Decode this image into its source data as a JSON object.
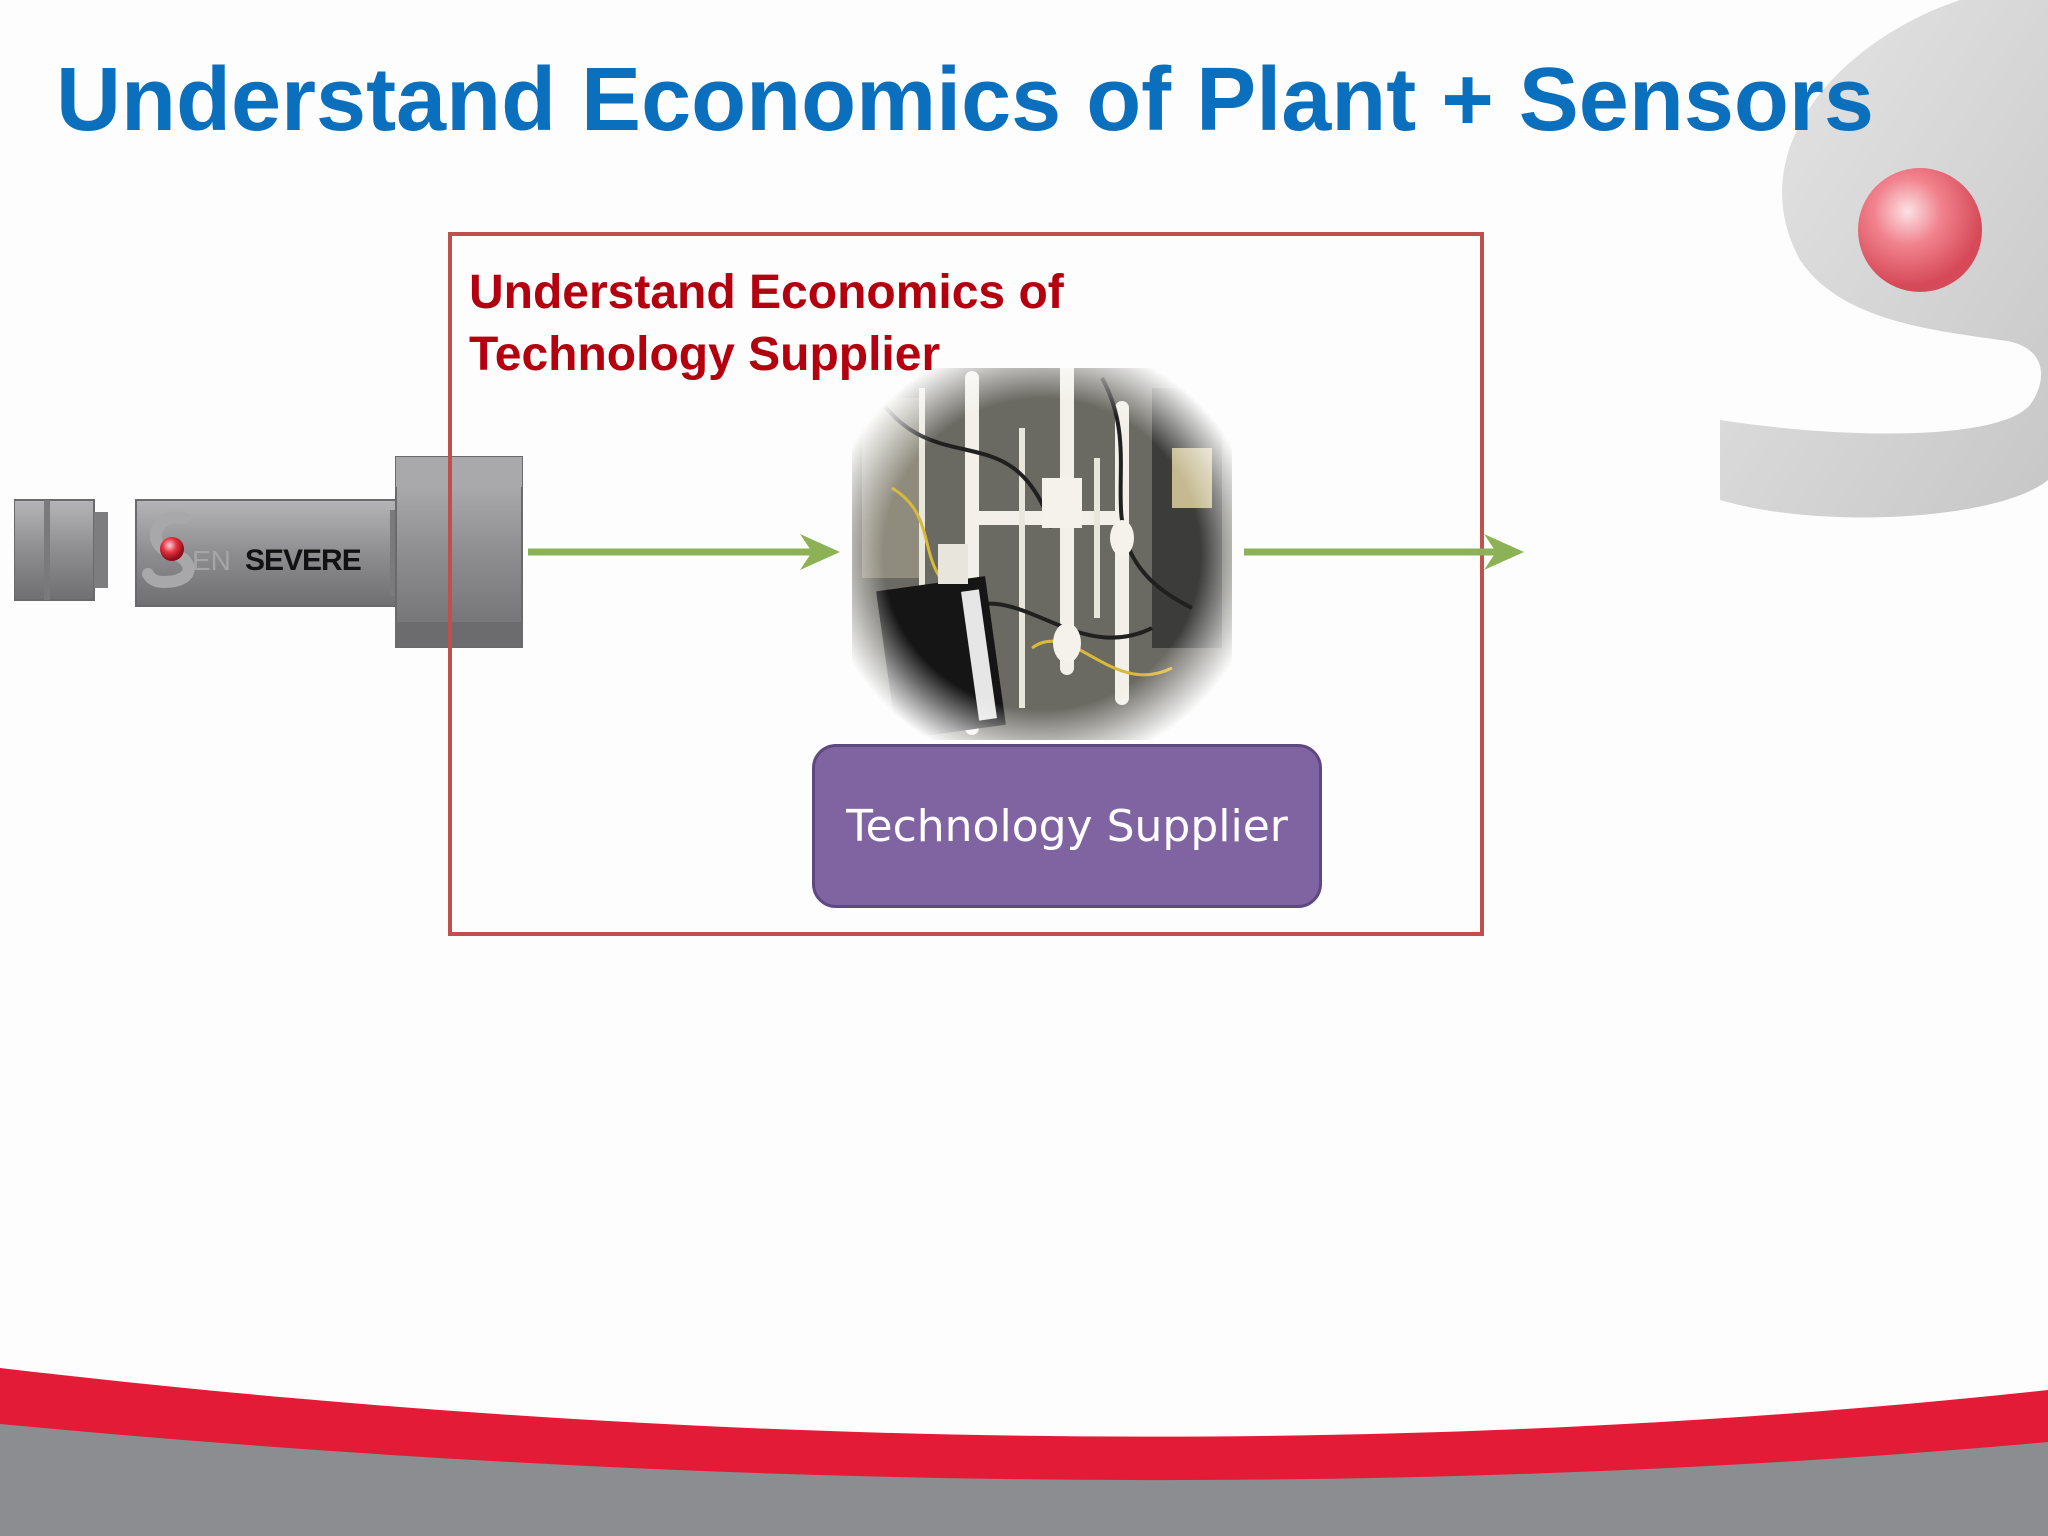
{
  "slide": {
    "title": "Understand Economics of Plant + Sensors"
  },
  "scope": {
    "label_line1": "Understand Economics of",
    "label_line2": "Technology Supplier"
  },
  "sensor": {
    "logo_text_prefix": "EN",
    "logo_text": "SEVERE"
  },
  "supplier": {
    "label": "Technology Supplier"
  },
  "colors": {
    "title_blue": "#0a6fbd",
    "scope_border": "#c0504d",
    "scope_text": "#b4000e",
    "arrow_green": "#8db255",
    "supplier_fill": "#8064a2",
    "footer_red": "#e31b37",
    "footer_gray": "#8c8d90"
  }
}
